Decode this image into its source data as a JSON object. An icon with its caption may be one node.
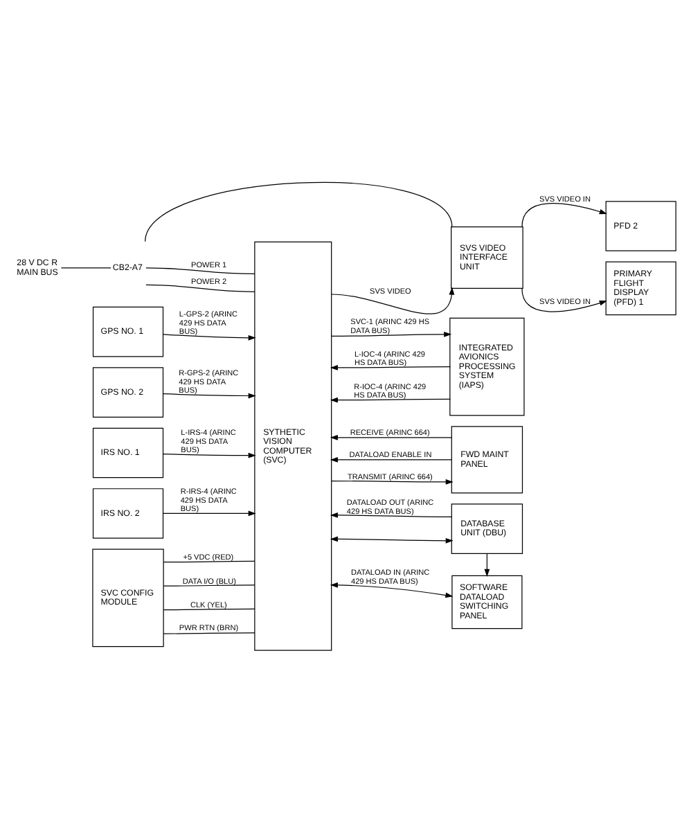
{
  "diagram": {
    "nodes": [
      {
        "text": [
          "SVS VIDEO INTERFACE UNIT"
        ]
      },
      {
        "text": [
          "PFD 2"
        ]
      },
      {
        "text": [
          "PRIMARY FLIGHT DISPLAY (PFD) 1"
        ]
      },
      {
        "text": [
          "28 V DC R MAIN BUS"
        ]
      },
      {
        "text": [
          "CB2-A7"
        ]
      },
      {
        "text": [
          "SYTHETIC VISION COMPUTER (SVC)"
        ]
      },
      {
        "text": [
          "GPS NO. 1"
        ]
      },
      {
        "text": [
          "GPS NO. 2"
        ]
      },
      {
        "text": [
          "INTEGRATED AVIONICS PROCESSING SYSTEM (IAPS)"
        ]
      },
      {
        "text": [
          "IRS NO. 1"
        ]
      },
      {
        "text": [
          "FWD MAINT PANEL"
        ]
      },
      {
        "text": [
          "IRS NO. 2"
        ]
      },
      {
        "text": [
          "DATABASE UNIT (DBU)"
        ]
      },
      {
        "text": [
          "SVC CONFIG MODULE"
        ]
      },
      {
        "text": [
          "SOFTWARE DATALOAD SWITCHING PANEL"
        ]
      }
    ],
    "edges": [
      {
        "from": 5,
        "to": 0,
        "arrow": "to",
        "label": "SVS VIDEO"
      },
      {
        "from": 0,
        "to": 1,
        "arrow": "to",
        "label": "SVS VIDEO IN"
      },
      {
        "from": 0,
        "to": 2,
        "arrow": "to",
        "label": "SVS VIDEO IN"
      },
      {
        "from": 3,
        "to": 4,
        "arrow": "none"
      },
      {
        "from": 4,
        "to": 0,
        "arrow": "none"
      },
      {
        "from": 4,
        "to": 5,
        "arrow": "none",
        "label": "POWER 1"
      },
      {
        "from": 4,
        "to": 5,
        "arrow": "none",
        "label": "POWER 2"
      },
      {
        "from": 6,
        "to": 5,
        "arrow": "to",
        "label": "L-GPS-2 (ARINC 429 HS DATA BUS)"
      },
      {
        "from": 7,
        "to": 5,
        "arrow": "to",
        "label": "R-GPS-2 (ARINC 429 HS DATA BUS)"
      },
      {
        "from": 5,
        "to": 8,
        "arrow": "to",
        "label": "SVC-1 (ARINC 429 HS DATA BUS)"
      },
      {
        "from": 8,
        "to": 5,
        "arrow": "to",
        "label": "L-IOC-4 (ARINC 429 HS DATA BUS)"
      },
      {
        "from": 8,
        "to": 5,
        "arrow": "to",
        "label": "R-IOC-4 (ARINC 429 HS DATA BUS)"
      },
      {
        "from": 9,
        "to": 5,
        "arrow": "to",
        "label": "L-IRS-4 (ARINC 429 HS DATA BUS)"
      },
      {
        "from": 10,
        "to": 5,
        "arrow": "to",
        "label": "RECEIVE (ARINC 664)"
      },
      {
        "from": 10,
        "to": 5,
        "arrow": "to",
        "label": "DATALOAD ENABLE IN"
      },
      {
        "from": 5,
        "to": 10,
        "arrow": "to",
        "label": "TRANSMIT (ARINC 664)"
      },
      {
        "from": 11,
        "to": 5,
        "arrow": "to",
        "label": "R-IRS-4 (ARINC 429 HS DATA BUS)"
      },
      {
        "from": 13,
        "to": 5,
        "arrow": "none",
        "label": "+5 VDC (RED)"
      },
      {
        "from": 13,
        "to": 5,
        "arrow": "none",
        "label": "DATA I/O (BLU)"
      },
      {
        "from": 13,
        "to": 5,
        "arrow": "none",
        "label": "CLK (YEL)"
      },
      {
        "from": 13,
        "to": 5,
        "arrow": "none",
        "label": "PWR RTN (BRN)"
      },
      {
        "from": 12,
        "to": 5,
        "arrow": "to",
        "label": "DATALOAD OUT (ARINC 429 HS DATA BUS)"
      },
      {
        "from": 12,
        "to": 14,
        "arrow": "to"
      },
      {
        "from": 5,
        "to": 14,
        "arrow": "both",
        "label": "DATALOAD IN (ARINC 429 HS DATA BUS)"
      },
      {
        "from": 5,
        "to": 12,
        "arrow": "both"
      }
    ]
  }
}
